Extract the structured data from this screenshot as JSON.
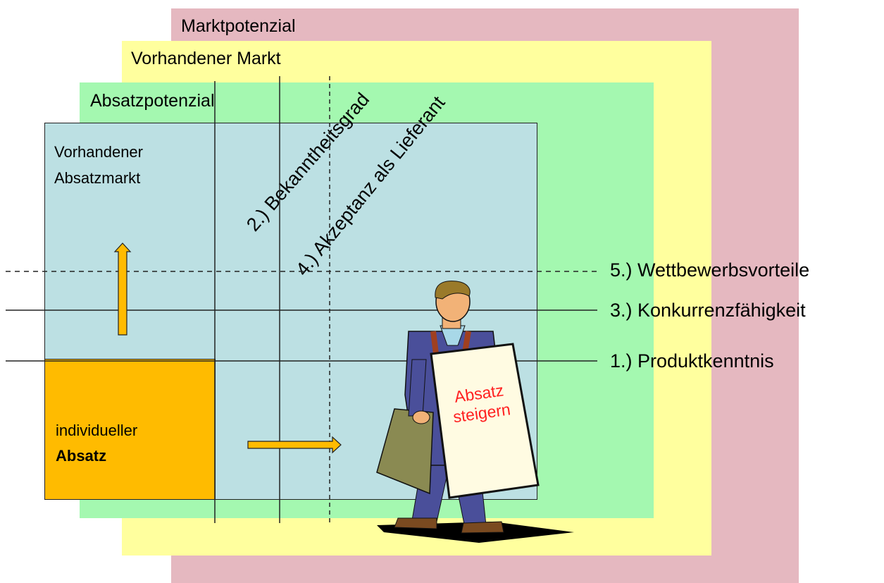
{
  "layers": {
    "marktpotenzial": "Marktpotenzial",
    "vorhandener_markt": "Vorhandener Markt",
    "absatzpotenzial": "Absatzpotenzial",
    "vorhandener_absatzmarkt_line1": "Vorhandener",
    "vorhandener_absatzmarkt_line2": "Absatzmarkt",
    "individuell_line1": "individueller",
    "individuell_line2": "Absatz"
  },
  "diagonal_labels": {
    "bekanntheitsgrad": "2.) Bekanntheitsgrad",
    "akzeptanz": "4.) Akzeptanz als Lieferant"
  },
  "line_labels": {
    "wettbewerb": "5.) Wettbewerbsvorteile",
    "konkurrenz": "3.) Konkurrenzfähigkeit",
    "produkt": "1.) Produktkenntnis"
  },
  "sign": {
    "line1": "Absatz",
    "line2": "steigern"
  },
  "colors": {
    "marktpotenzial": "#e5b8c0",
    "vorhandener_markt": "#ffff9e",
    "absatzpotenzial": "#a4f8b0",
    "absatzmarkt": "#bce0e3",
    "individuell": "#ffbb00",
    "arrow": "#ffbb00",
    "sign_text": "#ff2020"
  }
}
